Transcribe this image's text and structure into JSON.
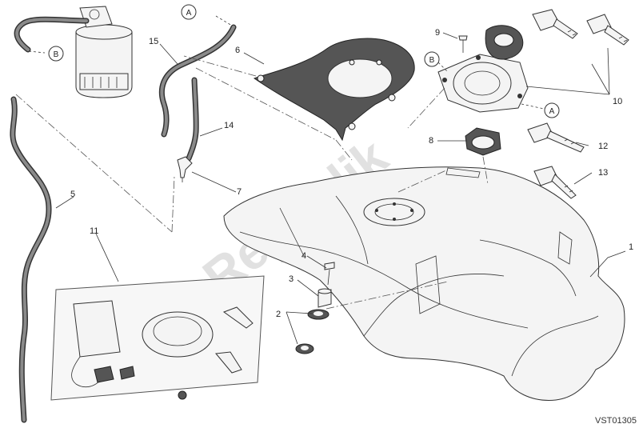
{
  "diagram": {
    "drawing_code": "VST01305",
    "watermark": "PartsRepublik",
    "callouts": [
      "1",
      "2",
      "3",
      "4",
      "5",
      "6",
      "7",
      "8",
      "9",
      "10",
      "11",
      "12",
      "13",
      "14",
      "15"
    ],
    "connectors": [
      "A",
      "B",
      "B",
      "A"
    ]
  }
}
